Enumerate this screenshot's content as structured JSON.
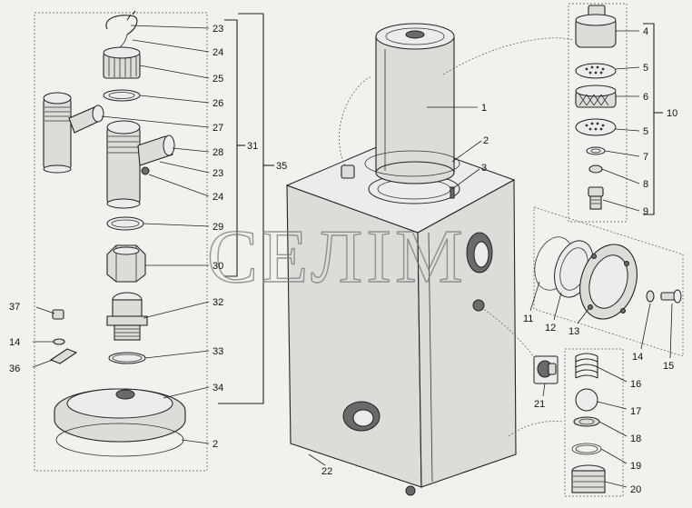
{
  "watermark": "СЕЛІМ",
  "labels": [
    {
      "key": "l23a",
      "text": "23"
    },
    {
      "key": "l24a",
      "text": "24"
    },
    {
      "key": "l25",
      "text": "25"
    },
    {
      "key": "l26",
      "text": "26"
    },
    {
      "key": "l27",
      "text": "27"
    },
    {
      "key": "l28",
      "text": "28"
    },
    {
      "key": "l23b",
      "text": "23"
    },
    {
      "key": "l24b",
      "text": "24"
    },
    {
      "key": "l29",
      "text": "29"
    },
    {
      "key": "l30",
      "text": "30"
    },
    {
      "key": "l31",
      "text": "31"
    },
    {
      "key": "l35",
      "text": "35"
    },
    {
      "key": "l32",
      "text": "32"
    },
    {
      "key": "l33",
      "text": "33"
    },
    {
      "key": "l34",
      "text": "34"
    },
    {
      "key": "l2a",
      "text": "2"
    },
    {
      "key": "l37",
      "text": "37"
    },
    {
      "key": "l14a",
      "text": "14"
    },
    {
      "key": "l36",
      "text": "36"
    },
    {
      "key": "l1",
      "text": "1"
    },
    {
      "key": "l2b",
      "text": "2"
    },
    {
      "key": "l3",
      "text": "3"
    },
    {
      "key": "l22",
      "text": "22"
    },
    {
      "key": "l4",
      "text": "4"
    },
    {
      "key": "l5a",
      "text": "5"
    },
    {
      "key": "l6",
      "text": "6"
    },
    {
      "key": "l5b",
      "text": "5"
    },
    {
      "key": "l7",
      "text": "7"
    },
    {
      "key": "l8",
      "text": "8"
    },
    {
      "key": "l9",
      "text": "9"
    },
    {
      "key": "l10",
      "text": "10"
    },
    {
      "key": "l11",
      "text": "11"
    },
    {
      "key": "l12",
      "text": "12"
    },
    {
      "key": "l13",
      "text": "13"
    },
    {
      "key": "l14b",
      "text": "14"
    },
    {
      "key": "l15",
      "text": "15"
    },
    {
      "key": "l21",
      "text": "21"
    },
    {
      "key": "l16",
      "text": "16"
    },
    {
      "key": "l17",
      "text": "17"
    },
    {
      "key": "l18",
      "text": "18"
    },
    {
      "key": "l19",
      "text": "19"
    },
    {
      "key": "l20",
      "text": "20"
    }
  ]
}
